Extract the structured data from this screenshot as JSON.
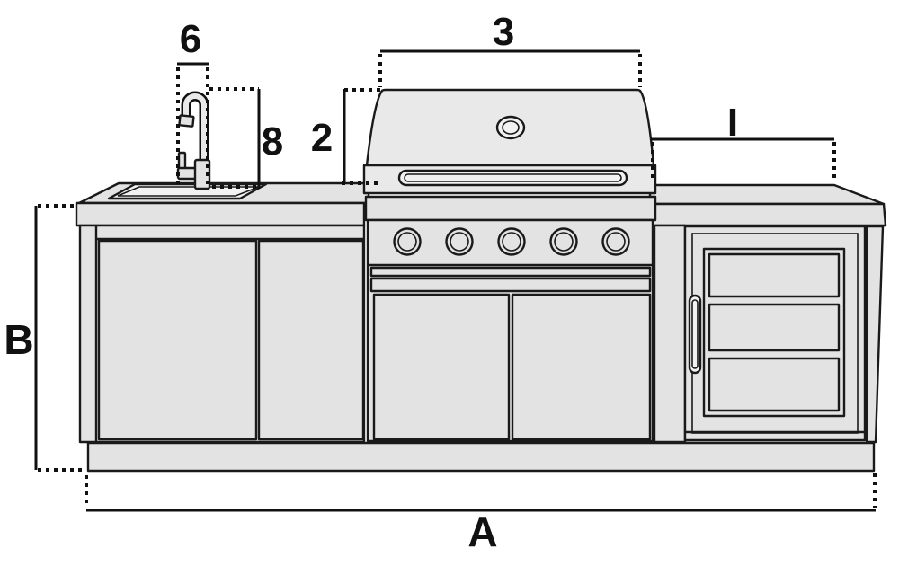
{
  "diagram_title": "outdoor-kitchen-dimension-drawing",
  "labels": {
    "dim_a": "A",
    "dim_b": "B",
    "dim_i": "I",
    "dim_2": "2",
    "dim_3": "3",
    "dim_6": "6",
    "dim_8": "8"
  },
  "colors": {
    "background": "#ffffff",
    "line": "#1a1a1a",
    "dimension_line": "#111111",
    "cabinet_fill": "#e3e3e3",
    "lid_fill": "#e9e9e9",
    "handle_fill": "#f2f2f2"
  }
}
